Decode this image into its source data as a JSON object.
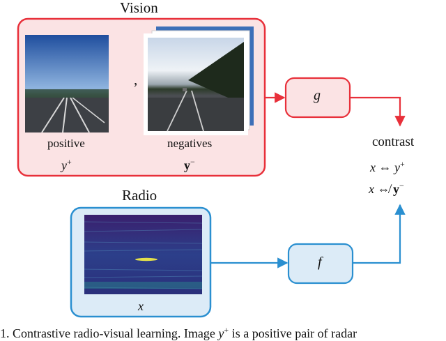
{
  "vision": {
    "title": "Vision",
    "comma": ",",
    "positive_label": "positive",
    "positive_symbol": "y",
    "positive_sup": "+",
    "negatives_label": "negatives",
    "negatives_symbol": "y",
    "negatives_sup": "−"
  },
  "radio": {
    "title": "Radio",
    "input_symbol": "x"
  },
  "encoders": {
    "g": "g",
    "f": "f"
  },
  "contrast": {
    "title": "contrast",
    "line1_x": "x",
    "line1_rel": "⇔",
    "line1_y": "y",
    "line1_sup": "+",
    "line2_x": "x",
    "line2_rel": "⇎",
    "line2_y": "y",
    "line2_sup": "−"
  },
  "caption": {
    "prefix": "1.  Contrastive radio-visual learning. Image",
    "symbol": "y",
    "sup": "+",
    "suffix": "is a positive pair of radar"
  },
  "colors": {
    "vision_border": "#e8303a",
    "vision_fill": "#fbe3e4",
    "radio_border": "#2a8fd0",
    "radio_fill": "#dcebf7",
    "red_arrow": "#e8303a",
    "blue_arrow": "#2a8fd0",
    "heatmap_bg": "#3b1c6e",
    "heatmap_streak": "#e3e04a"
  }
}
